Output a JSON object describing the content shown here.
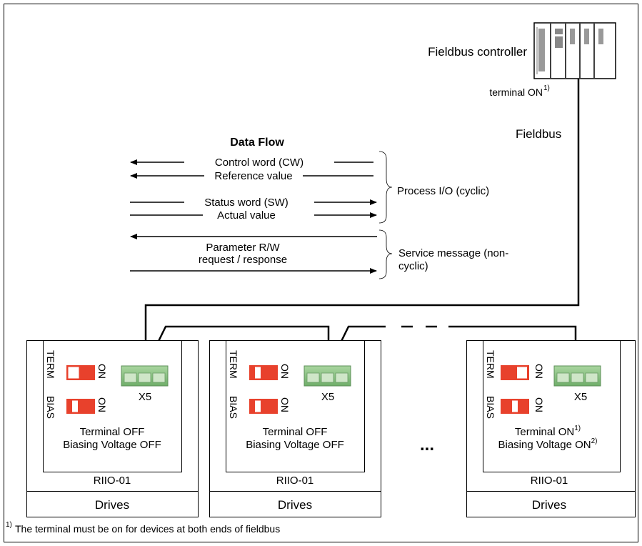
{
  "controller": {
    "label": "Fieldbus controller",
    "terminal_text": "terminal ON",
    "terminal_note_mark": "1)"
  },
  "fieldbus_label": "Fieldbus",
  "data_flow": {
    "title": "Data Flow",
    "control_word": "Control word  (CW)",
    "reference_value": "Reference value",
    "status_word": "Status word (SW)",
    "actual_value": "Actual value",
    "param_line1": "Parameter R/W",
    "param_line2": "request / response",
    "process_io": "Process I/O (cyclic)",
    "service_line1": "Service message (non-",
    "service_line2": "cyclic)"
  },
  "drives": [
    {
      "term_label": "TERM",
      "bias_label": "BIAS",
      "on_label": "ON",
      "connector_label": "X5",
      "status_line1": "Terminal OFF",
      "status_line1_mark": "",
      "status_line2": "Biasing Voltage OFF",
      "status_line2_mark": "",
      "module": "RIIO-01",
      "caption": "Drives"
    },
    {
      "term_label": "TERM",
      "bias_label": "BIAS",
      "on_label": "ON",
      "connector_label": "X5",
      "status_line1": "Terminal OFF",
      "status_line1_mark": "",
      "status_line2": "Biasing Voltage OFF",
      "status_line2_mark": "",
      "module": "RIIO-01",
      "caption": "Drives"
    },
    {
      "term_label": "TERM",
      "bias_label": "BIAS",
      "on_label": "ON",
      "connector_label": "X5",
      "status_line1": "Terminal ON",
      "status_line1_mark": "1)",
      "status_line2": "Biasing Voltage ON",
      "status_line2_mark": "2)",
      "module": "RIIO-01",
      "caption": "Drives"
    }
  ],
  "ellipsis": "...",
  "footnote": {
    "mark": "1)",
    "text": "The terminal must be on for devices at both ends of fieldbus"
  },
  "colors": {
    "switch_red": "#e8412c",
    "connector_green": "#8fc48a"
  }
}
